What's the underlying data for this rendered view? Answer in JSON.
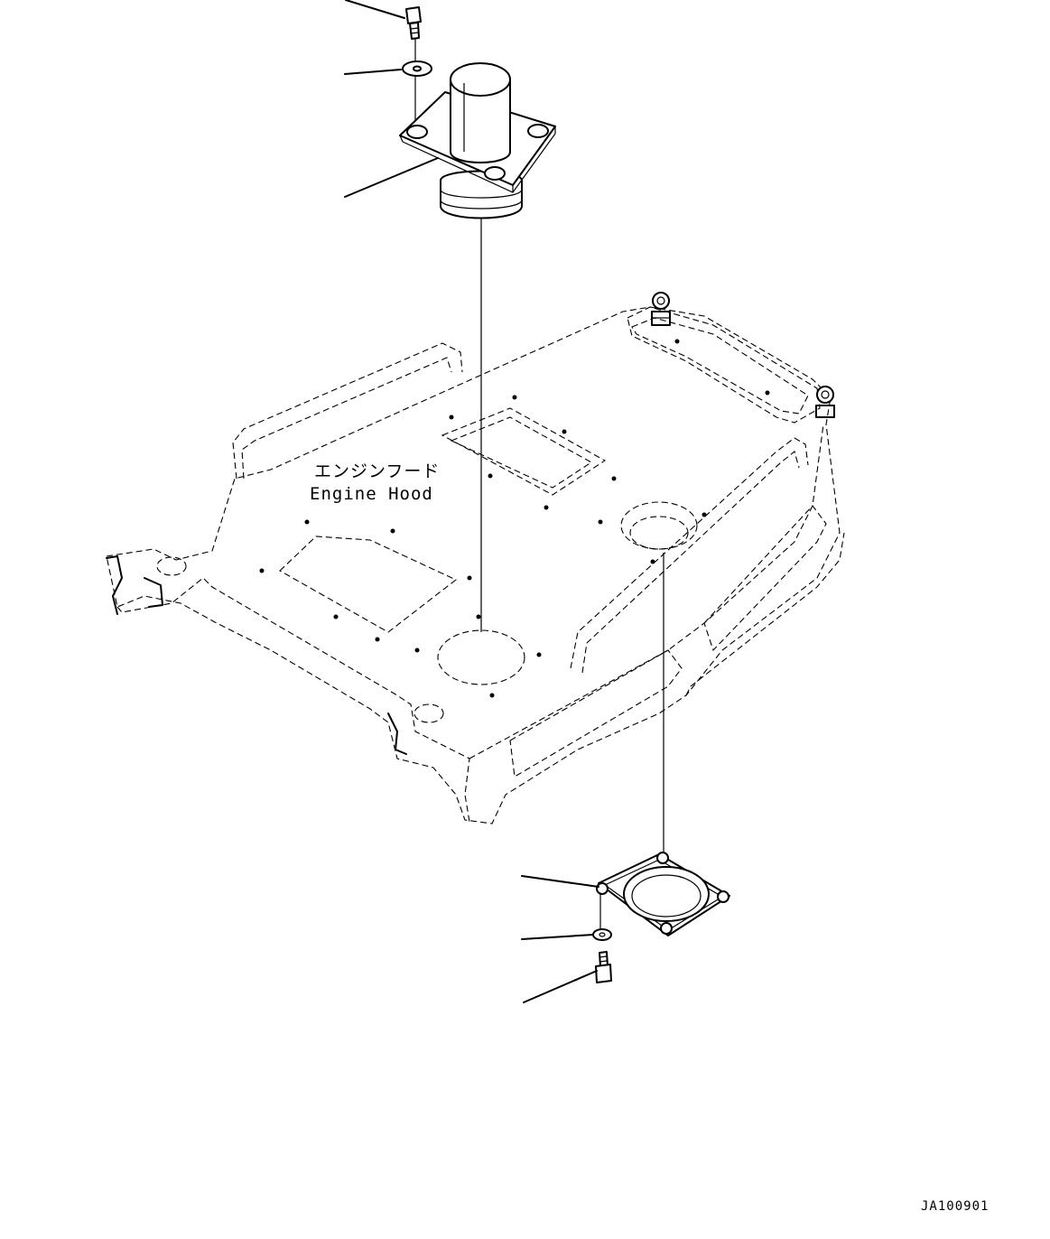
{
  "diagram": {
    "label_jp": "エンジンフード",
    "label_en": "Engine Hood",
    "drawing_code": "JA100901"
  }
}
